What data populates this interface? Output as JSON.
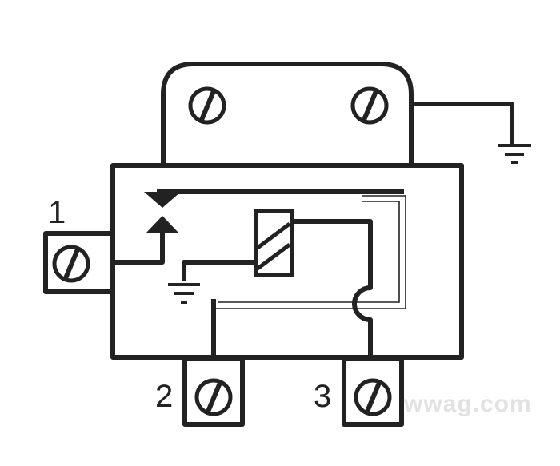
{
  "terminals": [
    {
      "id": "1",
      "label": "1"
    },
    {
      "id": "2",
      "label": "2"
    },
    {
      "id": "3",
      "label": "3"
    }
  ],
  "watermark": "wwag.com",
  "colors": {
    "stroke": "#222222",
    "background": "#ffffff",
    "watermark": "#e2e2e2"
  },
  "icons": [
    "screw-icon",
    "ground-icon",
    "coil-icon",
    "contact-arrow-icon"
  ]
}
